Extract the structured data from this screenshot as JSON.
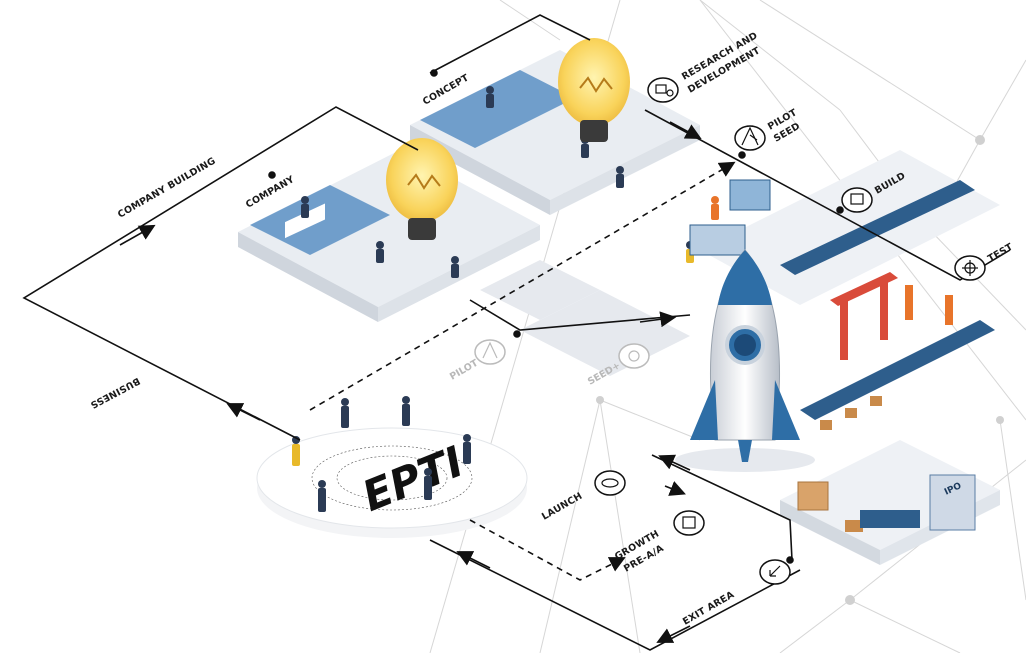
{
  "flow": {
    "company_building": "COMPANY BUILDING",
    "business": "BUSINESS",
    "company": "COMPANY",
    "concept": "CONCEPT",
    "research": "RESEARCH AND",
    "development": "DEVELOPMENT",
    "pilot": "PILOT",
    "seed": "SEED",
    "build": "BUILD",
    "test": "TEST",
    "pilot_grey": "PILOT",
    "seed_plus": "SEED+",
    "launch": "LAUNCH",
    "growth": "GROWTH",
    "pre_aa": "PRE-A/A",
    "exit_area": "EXIT AREA",
    "hub": "EPTI",
    "ipo": "IPO"
  },
  "colors": {
    "line": "#111111",
    "floor": "#f2f4f7",
    "floor_blue": "#5a8fc4",
    "bulb": "#f9d35a",
    "rocket": "#2e6ea6",
    "accent_orange": "#e8742a"
  }
}
